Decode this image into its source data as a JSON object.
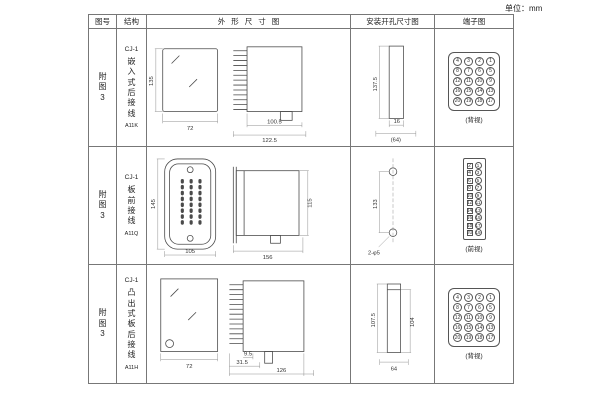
{
  "unit_label": "单位：mm",
  "headers": {
    "fig_no": "图号",
    "structure": "结构",
    "outline": "外形尺寸图",
    "mounting": "安装开孔尺寸图",
    "terminal": "端子图"
  },
  "rows": [
    {
      "fig_no": "附图3",
      "structure": {
        "model": "CJ-1",
        "name": "嵌入式后接线",
        "code": "A11K"
      },
      "outline_dims": {
        "height": "135",
        "width": "72",
        "depth": "100.5",
        "total_depth": "122.5"
      },
      "mount_dims": {
        "height": "137.5",
        "width": "16",
        "width_ref": "(64)"
      },
      "terminal": {
        "caption": "(背视)",
        "rows": [
          [
            "4",
            "3",
            "2",
            "1"
          ],
          [
            "8",
            "7",
            "6",
            "5"
          ],
          [
            "12",
            "11",
            "10",
            "9"
          ],
          [
            "16",
            "15",
            "14",
            "13"
          ],
          [
            "20",
            "19",
            "18",
            "17"
          ]
        ]
      }
    },
    {
      "fig_no": "附图3",
      "structure": {
        "model": "CJ-1",
        "name": "板前接线",
        "code": "A11Q"
      },
      "outline_dims": {
        "height": "145",
        "width": "105",
        "depth": "156",
        "side_height": "115"
      },
      "mount_dims": {
        "hole_pitch": "133",
        "holes": "2-φ5"
      },
      "terminal": {
        "caption": "(前视)",
        "col_shapes": [
          "square",
          "circle"
        ],
        "rows": [
          [
            "2",
            "1"
          ],
          [
            "4",
            "3"
          ],
          [
            "6",
            "5"
          ],
          [
            "8",
            "7"
          ],
          [
            "10",
            "9"
          ],
          [
            "12",
            "11"
          ],
          [
            "14",
            "13"
          ],
          [
            "16",
            "15"
          ],
          [
            "18",
            "17"
          ],
          [
            "20",
            "19"
          ]
        ]
      }
    },
    {
      "fig_no": "附图3",
      "structure": {
        "model": "CJ-1",
        "name": "凸出式板后接线",
        "code": "A11H"
      },
      "outline_dims": {
        "width": "72",
        "fin_depth": "9.5",
        "front_depth": "31.5",
        "depth": "126"
      },
      "mount_dims": {
        "height": "107.5",
        "inner_height": "104",
        "width": "64"
      },
      "terminal": {
        "caption": "(背视)",
        "rows": [
          [
            "4",
            "3",
            "2",
            "1"
          ],
          [
            "8",
            "7",
            "6",
            "5"
          ],
          [
            "12",
            "11",
            "10",
            "9"
          ],
          [
            "16",
            "15",
            "14",
            "13"
          ],
          [
            "20",
            "19",
            "18",
            "17"
          ]
        ]
      }
    }
  ]
}
